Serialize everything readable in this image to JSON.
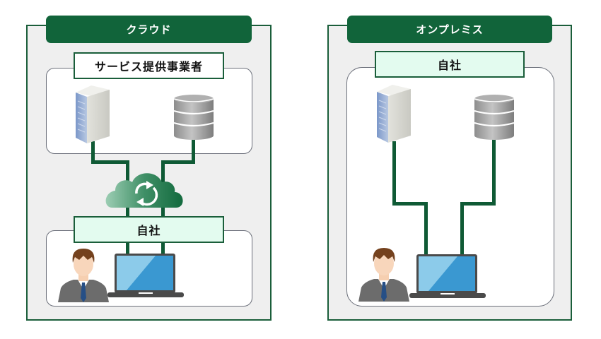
{
  "diagrams": [
    {
      "title": "クラウド",
      "provider_label": "サービス提供事業者",
      "company_label": "自社",
      "provider_icons": [
        "server-icon",
        "database-icon"
      ],
      "middle_icon": "cloud-sync-icon",
      "user_icons": [
        "businessman-icon",
        "laptop-icon"
      ]
    },
    {
      "title": "オンプレミス",
      "company_label": "自社",
      "icons": [
        "server-icon",
        "database-icon",
        "businessman-icon",
        "laptop-icon"
      ]
    }
  ],
  "colors": {
    "primary_green": "#11643a",
    "frame_bg": "#efefef",
    "label_mint": "#e3fbef",
    "laptop_screen": "#3a98d1"
  }
}
